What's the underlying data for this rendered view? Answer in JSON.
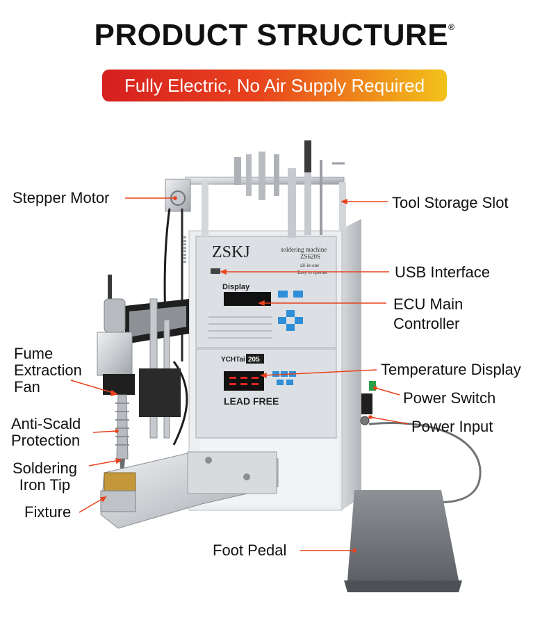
{
  "header": {
    "title": "PRODUCT STRUCTURE",
    "title_mark": "®",
    "banner": "Fully Electric, No Air Supply Required"
  },
  "machine": {
    "brand": "ZSKJ",
    "brand_sub": "soldering machine",
    "model": "ZS620S",
    "tagline_1": "all-in-one",
    "tagline_2": "Easy to operate",
    "display_panel_label": "Display",
    "lower_brand": "YCHTai",
    "lower_model": "205",
    "lead_free": "LEAD FREE"
  },
  "labels": {
    "stepper_motor": "Stepper Motor",
    "tool_storage_slot": "Tool Storage Slot",
    "usb_interface": "USB Interface",
    "ecu_main_controller_1": "ECU Main",
    "ecu_main_controller_2": "Controller",
    "fume_extraction_fan_1": "Fume",
    "fume_extraction_fan_2": "Extraction",
    "fume_extraction_fan_3": "Fan",
    "temperature_display": "Temperature Display",
    "power_switch": "Power Switch",
    "power_input": "Power Input",
    "anti_scald_protection_1": "Anti-Scald",
    "anti_scald_protection_2": "Protection",
    "soldering_iron_tip_1": "Soldering",
    "soldering_iron_tip_2": "Iron Tip",
    "fixture": "Fixture",
    "foot_pedal": "Foot Pedal"
  },
  "colors": {
    "leader_line": "#e8421c",
    "banner_start": "#d61f1f",
    "banner_end": "#f2c21a",
    "display_digits": "#e0261f",
    "keypad_buttons": "#2e8fd8"
  }
}
